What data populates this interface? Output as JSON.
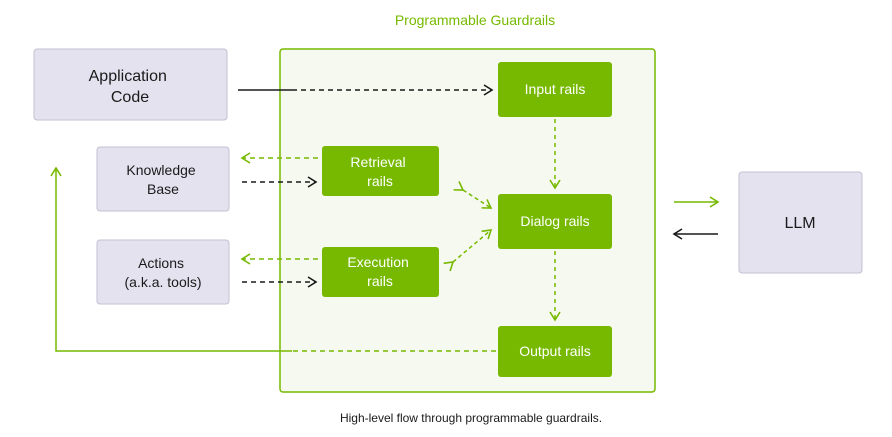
{
  "title": "Programmable Guardrails",
  "caption": "High-level flow through programmable guardrails.",
  "colors": {
    "green": "#76b900",
    "green_box_bg": "#f6f9ef",
    "gray_box_fill": "#e4e2ef",
    "gray_box_stroke": "#c3c0d3",
    "arrow_dark": "#1a1a1a",
    "text_dark": "#1a1a1a",
    "white": "#ffffff"
  },
  "nodes": {
    "application_code": [
      "Application",
      "Code"
    ],
    "knowledge_base": [
      "Knowledge",
      "Base"
    ],
    "actions": [
      "Actions",
      "(a.k.a. tools)"
    ],
    "llm": [
      "LLM"
    ],
    "input_rails": [
      "Input rails"
    ],
    "retrieval_rails": [
      "Retrieval",
      "rails"
    ],
    "dialog_rails": [
      "Dialog rails"
    ],
    "execution_rails": [
      "Execution",
      "rails"
    ],
    "output_rails": [
      "Output rails"
    ]
  }
}
